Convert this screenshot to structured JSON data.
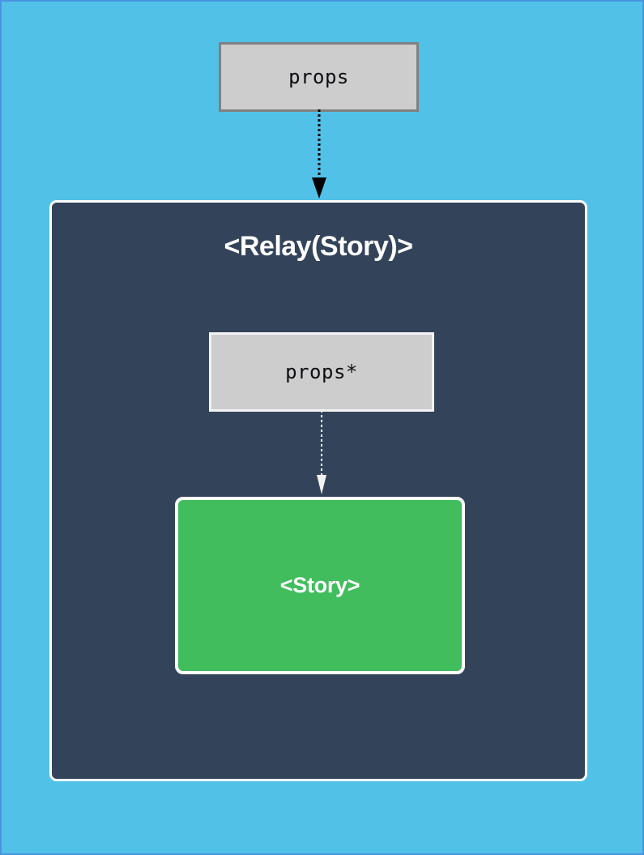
{
  "diagram": {
    "title": "Relay Story container diagram",
    "background_color": "#52c1e8",
    "frame_color": "#4a93de",
    "nodes": {
      "outer_props": {
        "label": "props",
        "fill": "#cdcdcd",
        "border": "#808080"
      },
      "relay_container": {
        "label": "<Relay(Story)>",
        "fill": "#33445a",
        "border": "#ffffff"
      },
      "inner_props": {
        "label": "props*",
        "fill": "#cdcdcd",
        "border": "#f2f2f2"
      },
      "story": {
        "label": "<Story>",
        "fill": "#41bd5d",
        "border": "#ffffff"
      }
    },
    "edges": {
      "outer_to_relay": {
        "style": "dotted",
        "color": "#000000",
        "arrowhead": "solid-triangle"
      },
      "props_to_story": {
        "style": "dotted",
        "color": "#f2f2f2",
        "arrowhead": "solid-triangle"
      }
    }
  }
}
